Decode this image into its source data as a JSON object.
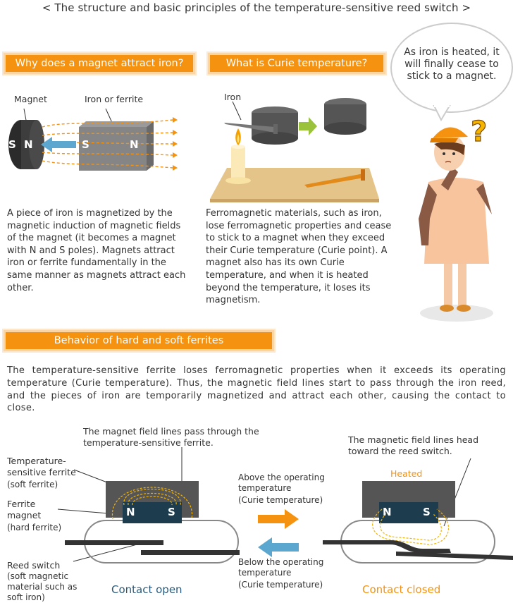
{
  "title": "< The structure and basic principles of the temperature-sensitive reed switch >",
  "magnet_section": {
    "heading": "Why does a magnet attract iron?",
    "label_magnet": "Magnet",
    "label_iron": "Iron or ferrite",
    "pole_s": "S",
    "pole_n": "N",
    "text": "A piece of iron is magnetized by the magnetic induction of magnetic fields of the magnet (it becomes a magnet with N and S poles). Magnets attract iron or ferrite fundamentally in the same manner as magnets attract each other."
  },
  "curie_section": {
    "heading": "What is Curie temperature?",
    "label_iron": "Iron",
    "text": "Ferromagnetic materials, such as iron, lose ferromagnetic properties and cease to stick to a magnet when they exceed their Curie temperature (Curie point). A magnet also has its own Curie temperature, and when it is heated beyond the temperature, it loses its magnetism."
  },
  "speech": {
    "text": "As iron is heated, it will finally cease to stick to a magnet."
  },
  "behavior_section": {
    "heading": "Behavior of hard and soft ferrites",
    "text": "The temperature-sensitive ferrite loses ferromagnetic properties when it exceeds its operating temperature (Curie temperature). Thus, the magnetic field lines start to pass through the iron reed, and the pieces of iron are temporarily magnetized and attract each other, causing the contact to close."
  },
  "diagram": {
    "note_left": "The magnet field lines pass through the temperature-sensitive ferrite.",
    "note_right": "The magnetic field lines head toward the reed switch.",
    "label_soft_ferrite": "Temperature-sensitive ferrite",
    "label_soft_ferrite_sub": "(soft ferrite)",
    "label_ferrite_magnet": "Ferrite magnet",
    "label_ferrite_magnet_sub": "(hard ferrite)",
    "label_reed": "Reed switch",
    "label_reed_sub": "(soft magnetic material such as soft iron)",
    "above": "Above the operating temperature",
    "above_sub": "(Curie temperature)",
    "below": "Below the operating temperature",
    "below_sub": "(Curie temperature)",
    "heated": "Heated",
    "pole_n": "N",
    "pole_s": "S",
    "caption_open": "Contact open",
    "caption_closed": "Contact closed"
  },
  "colors": {
    "accent": "#f5920f",
    "blue": "#2a5a7b",
    "magnet_dark": "#1d3d4f"
  }
}
